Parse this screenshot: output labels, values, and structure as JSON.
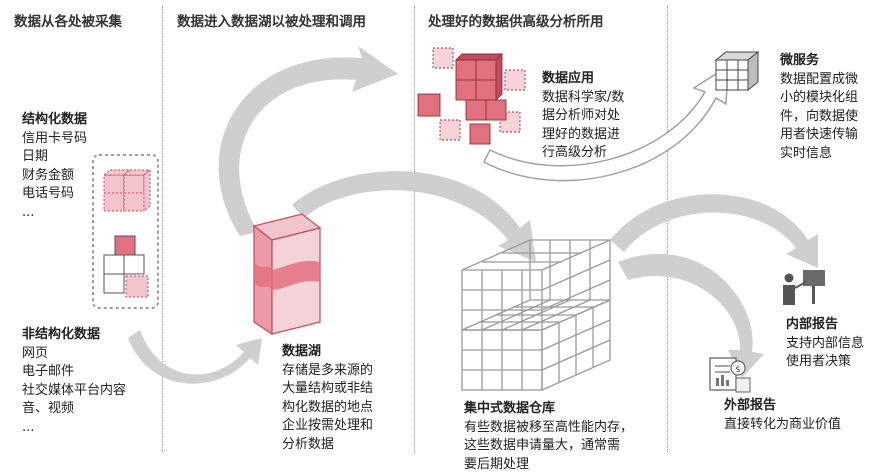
{
  "columns": [
    {
      "heading": "数据从各处被采集"
    },
    {
      "heading": "数据进入数据湖以被处理和调用"
    },
    {
      "heading": "处理好的数据供高级分析所用"
    }
  ],
  "structured": {
    "title": "结构化数据",
    "lines": [
      "信用卡号码",
      "日期",
      "财务金额",
      "电话号码",
      "..."
    ]
  },
  "unstructured": {
    "title": "非结构化数据",
    "lines": [
      "网页",
      "电子邮件",
      "社交媒体平台内容",
      "音、视频",
      "..."
    ]
  },
  "data_lake": {
    "title": "数据湖",
    "lines": [
      "存储是多来源的",
      "大量结构或非结",
      "构化数据的地点",
      "企业按需处理和",
      "分析数据"
    ]
  },
  "data_app": {
    "title": "数据应用",
    "lines": [
      "数据科学家/数",
      "据分析师对处",
      "理好的数据进",
      "行高级分析"
    ]
  },
  "microservice": {
    "title": "微服务",
    "lines": [
      "数据配置成微",
      "小的模块化组",
      "件，向数据使",
      "用者快速传输",
      "实时信息"
    ]
  },
  "warehouse": {
    "title": "集中式数据仓库",
    "lines": [
      "有些数据被移至高性能内存，",
      "这些数据申请量大，通常需",
      "要后期处理"
    ]
  },
  "internal_report": {
    "title": "内部报告",
    "lines": [
      "支持内部信息",
      "使用者决策"
    ]
  },
  "external_report": {
    "title": "外部报告",
    "lines": [
      "直接转化为商业价值"
    ]
  },
  "colors": {
    "pink_dark": "#c44a5c",
    "pink_mid": "#e89aa6",
    "pink_light": "#f6d3d8",
    "arrow_gray": "#c8c8c8",
    "divider": "#9a9a9a"
  },
  "icons": [
    "cube-cluster-icon",
    "data-lake-cylinder-icon",
    "warehouse-grid-icon",
    "microservice-cube-icon",
    "presenter-icon",
    "report-document-icon"
  ]
}
